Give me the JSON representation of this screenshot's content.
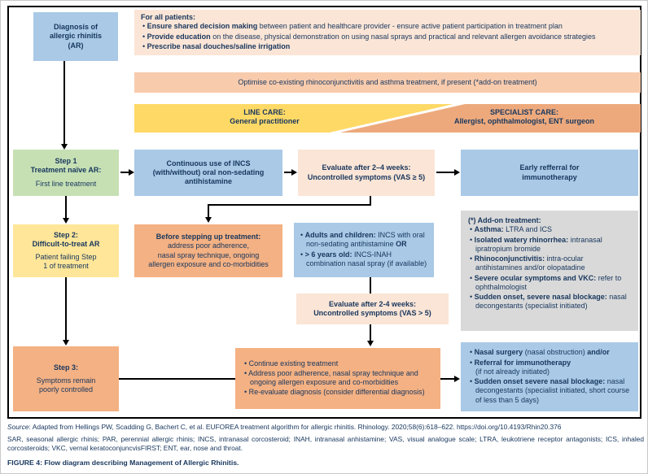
{
  "palette": {
    "blue": "#a9c9e6",
    "light_peach": "#fbe5d6",
    "mid_peach": "#f8cbad",
    "orange": "#f4b183",
    "green": "#c6e0b4",
    "yellow_step": "#ffe699",
    "yellow_band": "#ffd966",
    "orange_band": "#eda97c",
    "gray": "#d9d9d9",
    "text": "#17365d"
  },
  "diagnosis": {
    "text": "Diagnosis of\nallergic rhinitis\n(AR)"
  },
  "for_all": {
    "heading": "For all patients:",
    "bullets": [
      {
        "lead": "Ensure shared decision making",
        "rest": " between patient and healthcare provider - ensure active patient participation in treatment plan",
        "tail": ""
      },
      {
        "lead": "Provide education",
        "rest": " on the disease, physical demonstration on using nasal sprays and practical and relevant allergen avoidance strategies",
        "tail": ""
      },
      {
        "lead": "Prescribe nasal douches/saline irrigation",
        "rest": "",
        "tail": ""
      }
    ]
  },
  "optimise": {
    "text": "Optimise co-existing rhinoconjunctivitis and asthma treatment, if present (*add-on treatment)"
  },
  "care_band": {
    "line_care": "LINE CARE:\nGeneral practitioner",
    "specialist_care": "SPECIALIST CARE:\nAllergist, ophthalmologist, ENT surgeon"
  },
  "step1": {
    "title": "Step 1\nTreatment naïve AR:",
    "sub": "First line treatment"
  },
  "incs": {
    "text": "Continuous use of INCS\n(with/without) oral non-sedating\nantihistamine"
  },
  "eval1": {
    "text": "Evaluate after 2–4 weeks:\nUncontrolled symptoms (VAS ≥ 5)"
  },
  "referral": {
    "text": "Early refferral for\nimmunotherapy"
  },
  "step2": {
    "title": "Step 2:\nDifficult-to-treat AR",
    "sub": "Patient failing Step\n1 of treatment"
  },
  "before": {
    "heading": "Before stepping up treatment:",
    "body": "address poor adherence,\nnasal spray technique, ongoing\nallergen exposure and co-morbidities"
  },
  "adults": {
    "bullets": [
      {
        "lead": "Adults and children:",
        "rest": " INCS with oral non-sedating antihistamine ",
        "tail": "OR"
      },
      {
        "lead": "> 6 years old:",
        "rest": " INCS-INAH combination nasal spray (if available)",
        "tail": ""
      }
    ]
  },
  "addon": {
    "heading": "(*) Add-on treatment:",
    "bullets": [
      {
        "lead": "Asthma:",
        "rest": " LTRA and ICS",
        "tail": ""
      },
      {
        "lead": "Isolated watery rhinorrhea:",
        "rest": " intranasal ipratropium bromide",
        "tail": ""
      },
      {
        "lead": "Rhinoconjunctivitis:",
        "rest": " intra-ocular antihistamines and/or olopatadine",
        "tail": ""
      },
      {
        "lead": "Severe ocular symptoms and VKC:",
        "rest": " refer to ophthalmologist",
        "tail": ""
      },
      {
        "lead": "Sudden onset, severe nasal blockage:",
        "rest": " nasal decongestants (specialist initiated)",
        "tail": ""
      }
    ]
  },
  "eval2": {
    "text": "Evaluate after 2-4 weeks:\nUncontrolled symptoms (VAS > 5)"
  },
  "step3": {
    "title": "Step 3:",
    "sub": "Symptoms remain\npoorly controlled"
  },
  "continue_box": {
    "bullets": [
      {
        "lead": "",
        "rest": "Continue existing treatment",
        "tail": ""
      },
      {
        "lead": "",
        "rest": "Address poor adherence, nasal spray technique and ongoing allergen exposure and co-morbidities",
        "tail": ""
      },
      {
        "lead": "",
        "rest": "Re-evaluate diagnosis (consider differential diagnosis)",
        "tail": ""
      }
    ]
  },
  "surgery": {
    "bullets": [
      {
        "lead": "Nasal surgery",
        "rest": " (nasal obstruction) ",
        "tail": "and/or"
      },
      {
        "lead": "Referral for immunotherapy",
        "rest": "\n(if not already initiated)",
        "tail": ""
      },
      {
        "lead": "Sudden onset severe nasal blockage:",
        "rest": " nasal decongestants (specialist initiated, short course of less than 5 days)",
        "tail": ""
      }
    ]
  },
  "figure": {
    "source_prefix": "Source",
    "source_text": ": Adapted from Hellings PW, Scadding G, Bachert C, et al. EUFOREA treatment algorithm for allergic rhinitis. Rhinology. 2020;58(6):618–622. https://doi.org/10.4193/Rhin20.376",
    "abbreviations": "SAR, seasonal allergic rhinis; PAR, perennial allergic rhinis; INCS, intranasal corcosteroid; INAH, intranasal anhistamine; VAS, visual analogue scale; LTRA, leukotriene receptor antagonists; ICS, inhaled corcosteroids; VKC, vernal keratoconjuncvisFIRST; ENT, ear, nose and throat.",
    "caption": "FIGURE 4: Flow diagram describing Management of Allergic Rhinitis."
  }
}
